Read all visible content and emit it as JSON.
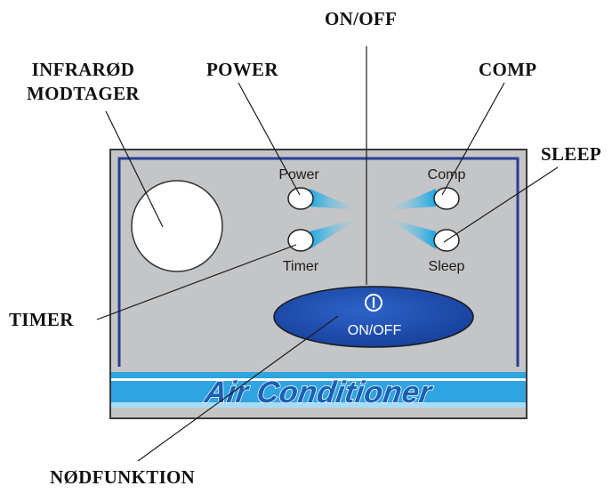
{
  "callouts": {
    "onoff": "ON/OFF",
    "receiver_line1": "INFRARØD",
    "receiver_line2": "MODTAGER",
    "power": "POWER",
    "comp": "COMP",
    "sleep": "SLEEP",
    "timer": "TIMER",
    "emergency": "NØDFUNKTION"
  },
  "panel": {
    "led_labels": {
      "power": "Power",
      "comp": "Comp",
      "timer": "Timer",
      "sleep": "Sleep"
    },
    "button_label": "ON/OFF",
    "power_symbol": "power-icon",
    "brand_text": "Air Conditioner"
  },
  "colors": {
    "panel_bg": "#c4c5c7",
    "panel_border": "#2c3b8f",
    "button_fill": "#1d4bb0",
    "led_glow": "#22b3e8",
    "brand_stripe": "#2fa4e0"
  }
}
